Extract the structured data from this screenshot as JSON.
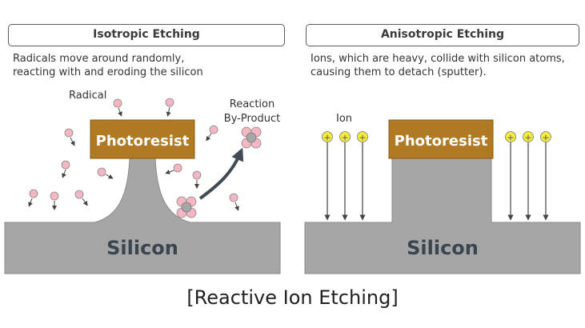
{
  "isotropic": {
    "title": "Isotropic Etching",
    "description_line1": "Radicals move around randomly,",
    "description_line2": "reacting with and eroding the silicon",
    "radical_label": "Radical",
    "byproduct_label_line1": "Reaction",
    "byproduct_label_line2": "By-Product",
    "photoresist_label": "Photoresist",
    "silicon_label": "Silicon"
  },
  "anisotropic": {
    "title": "Anisotropic Etching",
    "description_line1": "Ions, which are heavy, collide with silicon atoms,",
    "description_line2": "causing them to detach (sputter).",
    "ion_label": "Ion",
    "ion_symbol": "+",
    "photoresist_label": "Photoresist",
    "silicon_label": "Silicon"
  },
  "caption": "[Reactive Ion Etching]",
  "colors": {
    "silicon": "#a6a6a6",
    "photoresist": "#b07a25",
    "radical": "#f4b6c2",
    "ion": "#f3ec3c",
    "byproduct_center": "#a6a6a6"
  }
}
